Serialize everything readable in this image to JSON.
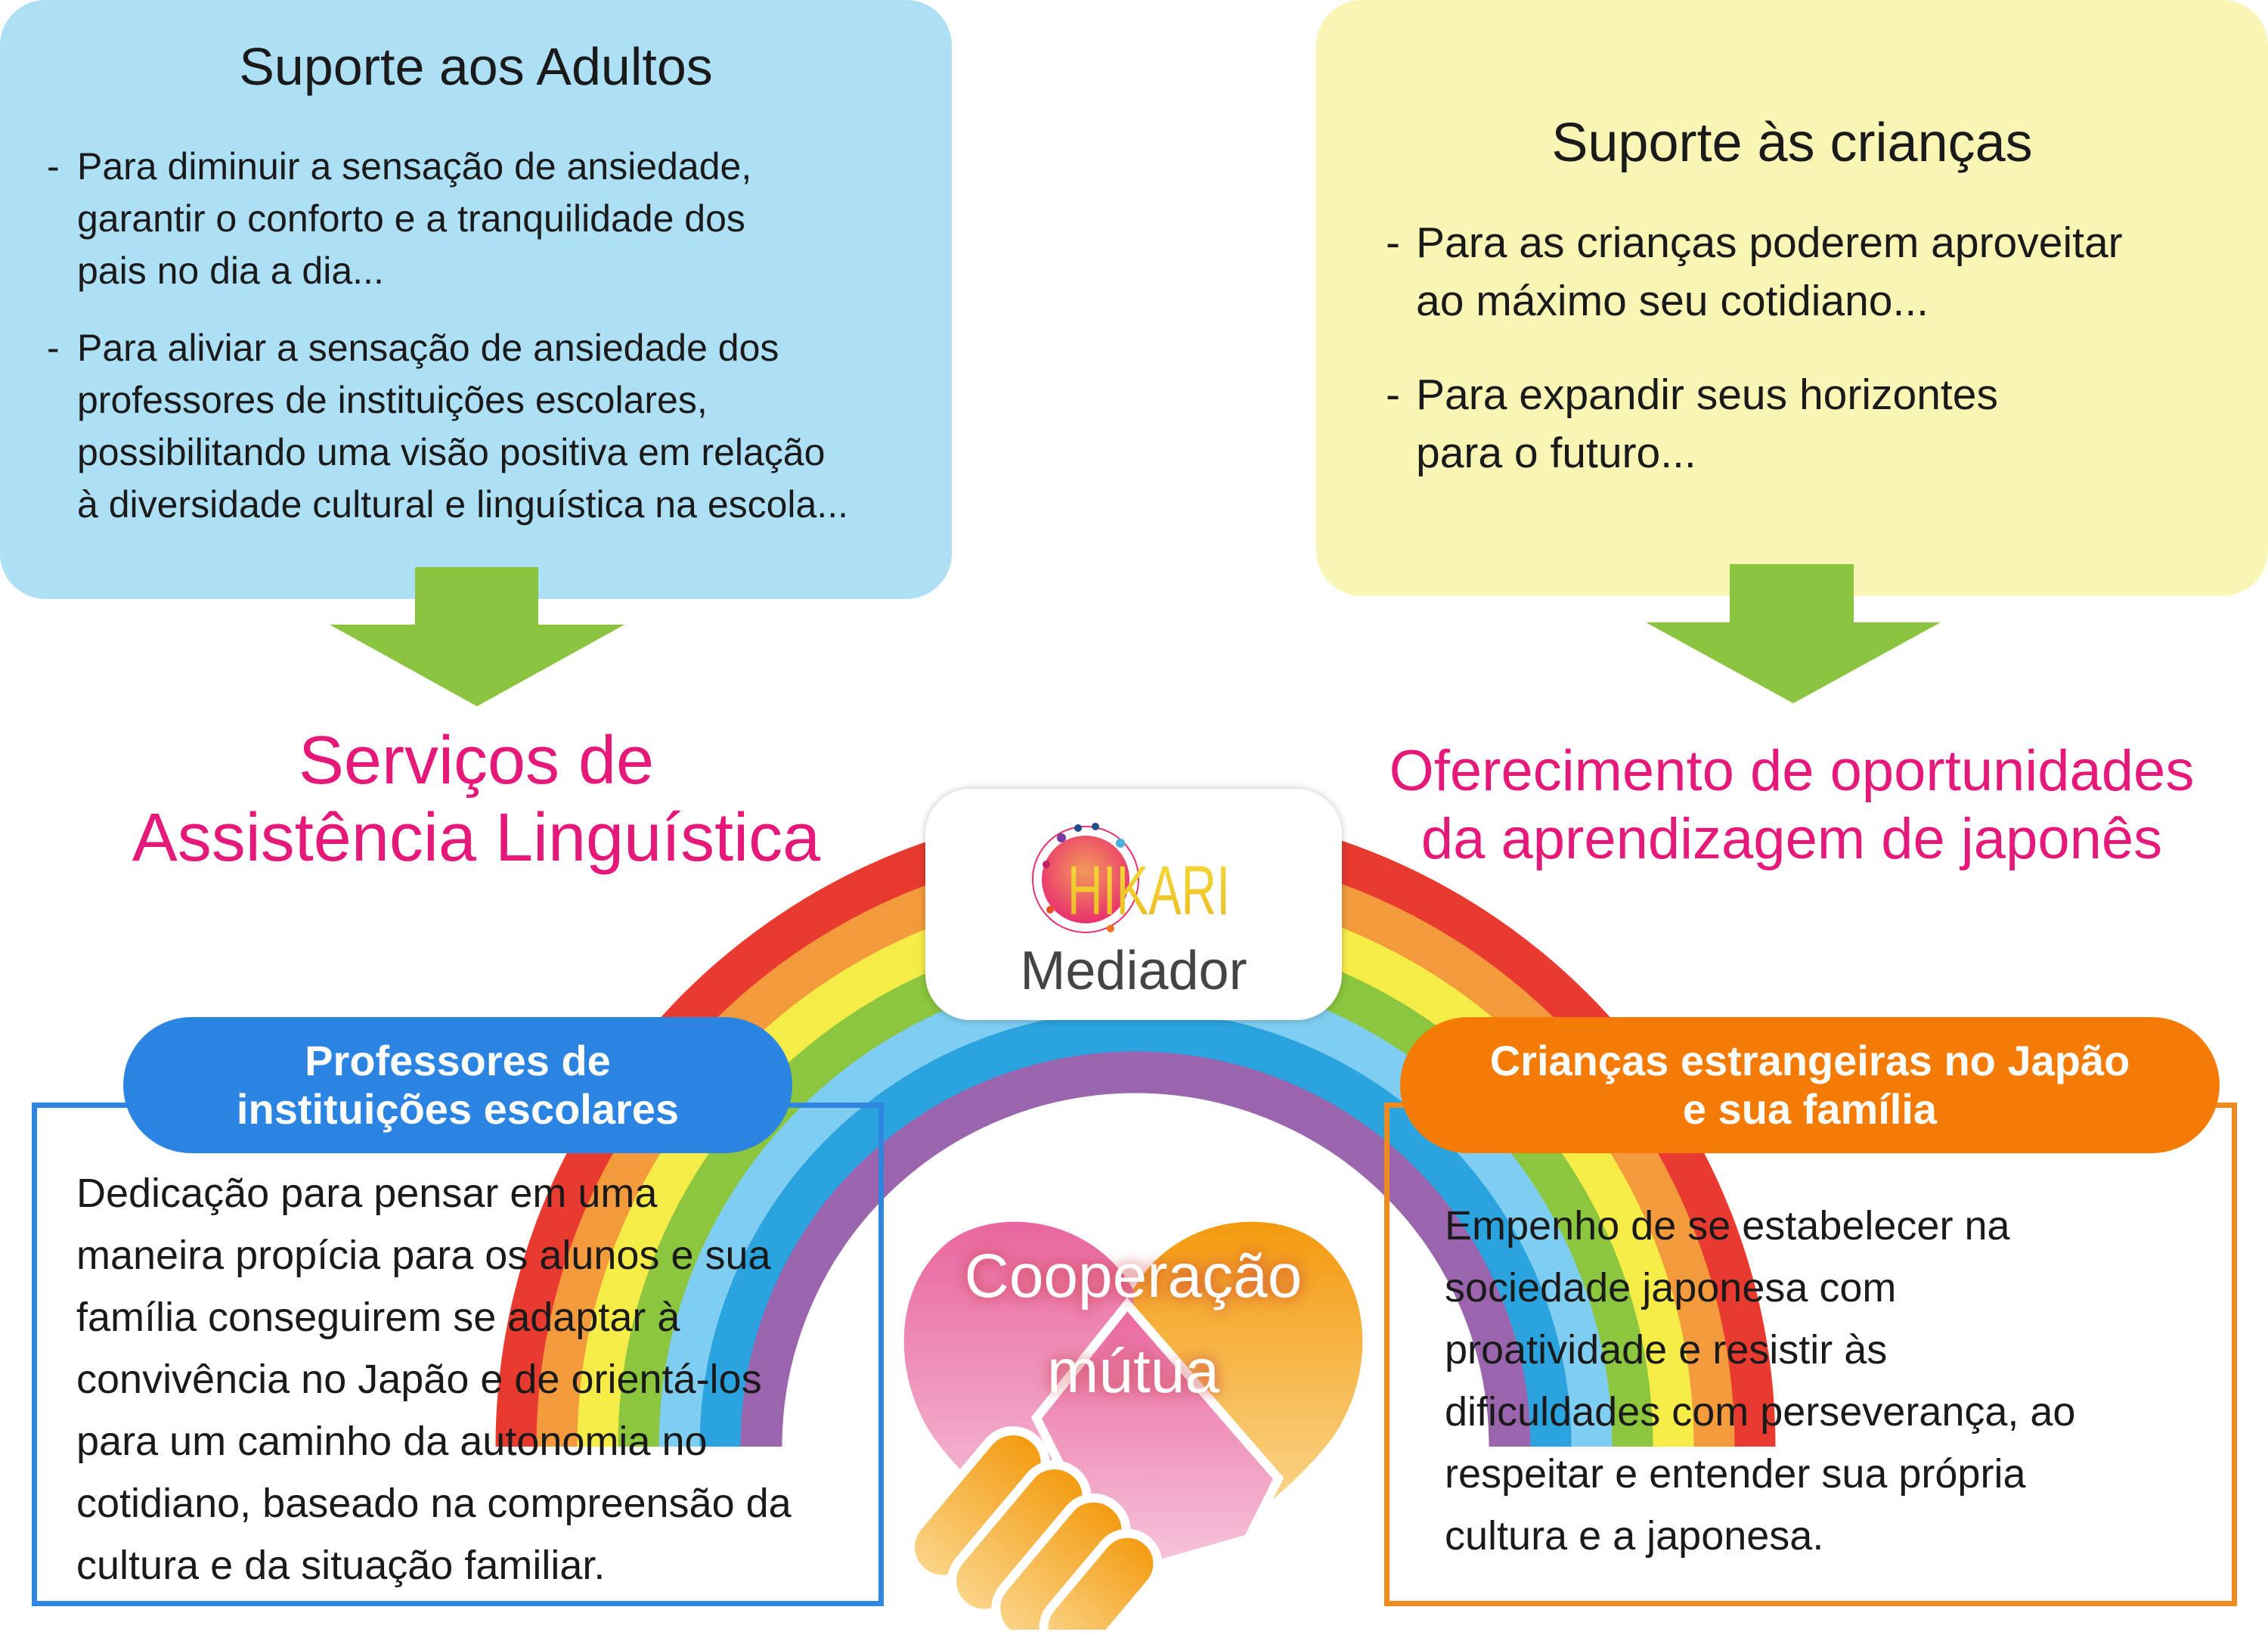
{
  "adults": {
    "title": "Suporte aos Adultos",
    "bullets": [
      [
        "Para diminuir a sensação de ansiedade,",
        "garantir o conforto e a tranquilidade dos",
        "pais no dia a dia..."
      ],
      [
        "Para aliviar a sensação de ansiedade dos",
        "professores de instituições escolares,",
        "possibilitando uma visão positiva em relação",
        "à diversidade cultural e linguística na escola..."
      ]
    ]
  },
  "children_support": {
    "title": "Suporte às crianças",
    "bullets": [
      [
        "Para as crianças poderem aproveitar",
        "ao máximo seu cotidiano..."
      ],
      [
        "Para expandir seus horizontes",
        "para o futuro..."
      ]
    ]
  },
  "bullet_dash": "-",
  "services_title": [
    "Serviços de",
    "Assistência Linguística"
  ],
  "opportunities_title": [
    "Oferecimento de oportunidades",
    "da aprendizagem de japonês"
  ],
  "mediator": {
    "logo_text": "HIKARI",
    "label": "Mediador"
  },
  "teachers": {
    "header": [
      "Professores de",
      "instituições escolares"
    ],
    "text": [
      "Dedicação para pensar em uma",
      "maneira propícia para os alunos e sua",
      "família conseguirem se adaptar à",
      "convivência no Japão e de orientá-los",
      "para um caminho da autonomia no",
      "cotidiano, baseado na compreensão da",
      "cultura e da situação familiar."
    ]
  },
  "families": {
    "header": [
      "Crianças estrangeiras no Japão",
      "e sua família"
    ],
    "text": [
      "Empenho de se estabelecer na",
      "sociedade japonesa com",
      "proatividade e resistir às",
      "dificuldades com perseverança, ao",
      "respeitar e entender sua própria",
      "cultura e a japonesa."
    ]
  },
  "cooperation": [
    "Cooperação",
    "mútua"
  ],
  "colors": {
    "adult_box": "#aee0f5",
    "child_box": "#f8f5b5",
    "arrow": "#8bc43f",
    "title_pink": "#e5197a",
    "teacher_blue": "#2c84e2",
    "family_orange": "#f47c06",
    "rainbow": [
      "#e83a2f",
      "#f39a3c",
      "#f6ec48",
      "#8cc63f",
      "#7fcdf0",
      "#2aa3de",
      "#9b65ad"
    ]
  }
}
